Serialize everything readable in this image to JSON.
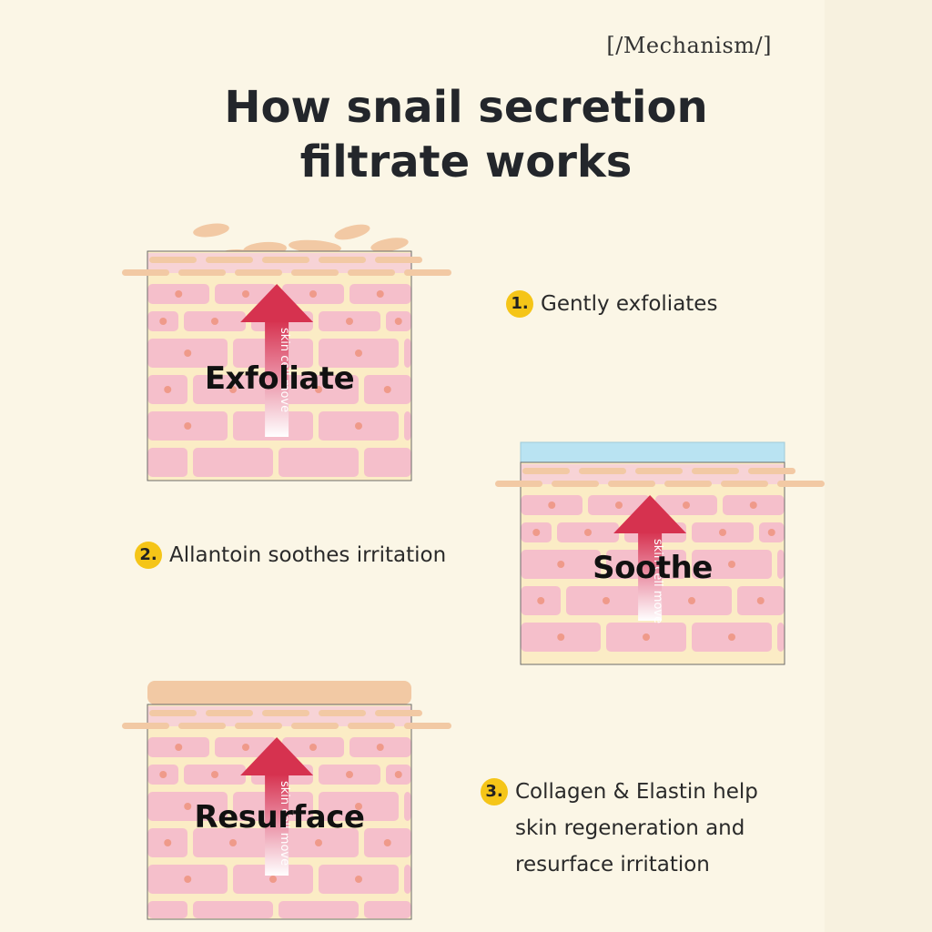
{
  "header": {
    "tag": "[/Mechanism/]",
    "title_line1": "How snail secretion",
    "title_line2": "filtrate works"
  },
  "arrow_text": "skin cell move",
  "panels": [
    {
      "label": "Exfoliate"
    },
    {
      "label": "Soothe"
    },
    {
      "label": "Resurface"
    }
  ],
  "steps": [
    {
      "number": "1.",
      "lines": [
        "Gently exfoliates"
      ]
    },
    {
      "number": "2.",
      "lines": [
        "Allantoin soothes irritation"
      ]
    },
    {
      "number": "3.",
      "lines": [
        "Collagen & Elastin help",
        "skin regeneration and",
        "resurface irritation"
      ]
    }
  ],
  "colors": {
    "background": "#fbf6e6",
    "cell_pink": "#f5bfcb",
    "cell_tan": "#f2c9a4",
    "gap_cream": "#fbecc5",
    "arrow_red": "#d6324f",
    "badge_yellow": "#f5c518",
    "moisture_blue": "#b9e3f2"
  }
}
